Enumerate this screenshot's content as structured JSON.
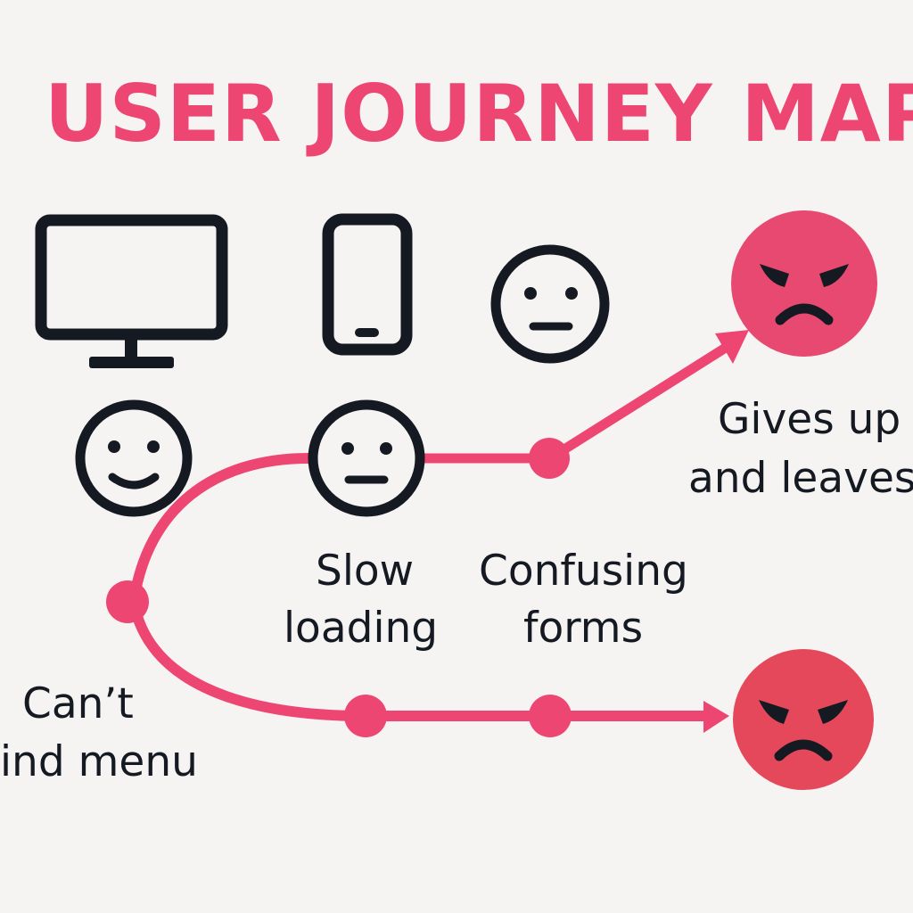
{
  "title": "USER JOURNEY MAP",
  "labels": {
    "cant_find_menu_1": "Can’t",
    "cant_find_menu_2": "ind menu",
    "slow_loading_1": "Slow",
    "slow_loading_2": "loading",
    "confusing_forms_1": "Confusing",
    "confusing_forms_2": "forms",
    "gives_up_1": "Gives up",
    "gives_up_2": "and leaves"
  },
  "icons": {
    "desktop": "desktop-monitor-icon",
    "mobile": "mobile-phone-icon",
    "neutral_face": "neutral-face-icon",
    "happy_face": "happy-face-icon",
    "angry_face": "angry-face-icon"
  },
  "colors": {
    "accent": "#ee4672",
    "angry_top": "#e84971",
    "angry_bottom": "#e5485a",
    "ink": "#151a22",
    "background": "#f6f4f2"
  }
}
